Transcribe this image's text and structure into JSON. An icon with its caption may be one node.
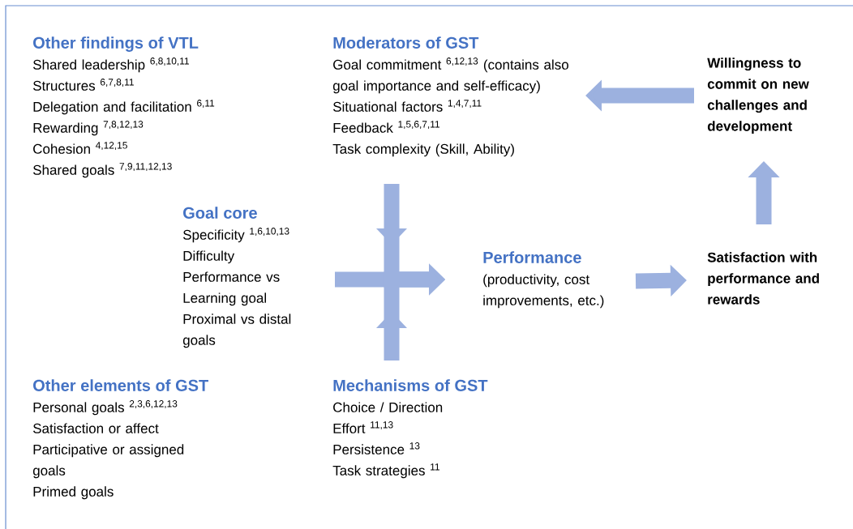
{
  "diagram": {
    "nodes": [
      {
        "text": [
          "Moderators of GST",
          "Goal commitment $^{6,12,13}$ (contains also goal importance and self-efficacy)",
          "Situational factors $^{1,4,7,11}$",
          "Feedback $^{1,5,6,7,11}$",
          "Task complexity (Skill, Ability)"
        ]
      },
      {
        "text": [
          "Goal core",
          "Specificity $^{1,6,10,13}$",
          "Difficulty",
          "Performance vs Learning goal",
          "Proximal vs distal goals"
        ]
      },
      {
        "text": [
          "Performance",
          "(productivity, cost improvements, etc.)"
        ]
      },
      {
        "text": [
          "Mechanisms of GST",
          "Choice / Direction",
          "Effort $^{11,13}$",
          "Persistence $^{13}$",
          "Task strategies $^{11}$"
        ]
      },
      {
        "text": [
          "Satisfaction with performance and rewards"
        ]
      },
      {
        "text": [
          "Willingness to commit on new challenges and development"
        ]
      }
    ],
    "edges": [
      {
        "from": 0,
        "to": 2,
        "arrow": "to"
      },
      {
        "from": 1,
        "to": 2,
        "arrow": "to"
      },
      {
        "from": 3,
        "to": 2,
        "arrow": "to"
      },
      {
        "from": 2,
        "to": 4,
        "arrow": "to"
      },
      {
        "from": 4,
        "to": 5,
        "arrow": "to"
      },
      {
        "from": 5,
        "to": 0,
        "arrow": "to"
      }
    ],
    "labels": [
      "Other findings of VTL",
      "Shared leadership $^{6,8,10,11}$",
      "Structures $^{6,7,8,11}$",
      "Delegation and facilitation $^{6,11}$",
      "Rewarding $^{7,8,12,13}$",
      "Cohesion $^{4,12,15}$",
      "Shared goals $^{7,9,11,12,13}$",
      "Other elements of GST",
      "Personal goals $^{2,3,6,12,13}$",
      "Satisfaction or affect",
      "Participative or assigned goals",
      "Primed goals"
    ]
  }
}
